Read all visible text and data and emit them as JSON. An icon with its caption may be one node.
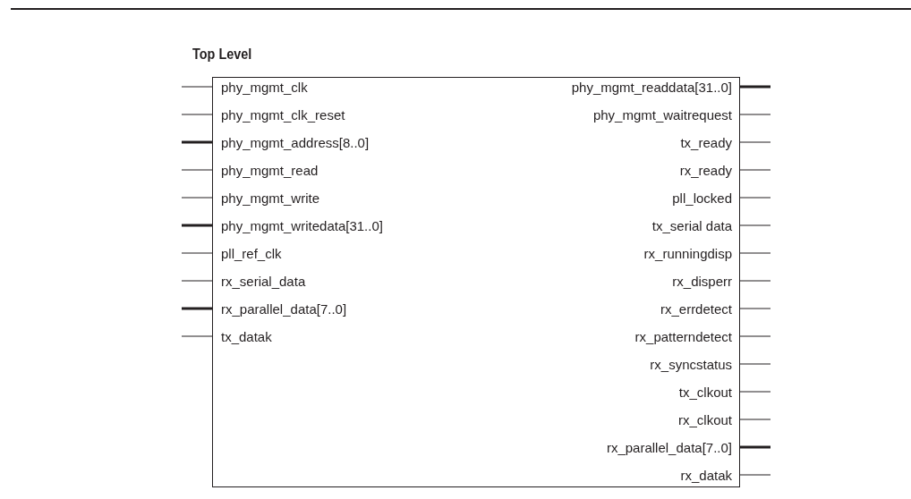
{
  "diagram": {
    "nodes": [
      {
        "text": [
          "Top Level"
        ]
      }
    ],
    "labels": [
      "phy_mgmt_clk",
      "phy_mgmt_clk_reset",
      "phy_mgmt_address[8..0]",
      "phy_mgmt_read",
      "phy_mgmt_write",
      "phy_mgmt_writedata[31..0]",
      "pll_ref_clk",
      "rx_serial_data",
      "rx_parallel_data[7..0]",
      "tx_datak",
      "phy_mgmt_readdata[31..0]",
      "phy_mgmt_waitrequest",
      "tx_ready",
      "rx_ready",
      "pll_locked",
      "tx_serial data",
      "rx_runningdisp",
      "rx_disperr",
      "rx_errdetect",
      "rx_patterndetect",
      "rx_syncstatus",
      "tx_clkout",
      "rx_clkout",
      "rx_parallel_data[7..0]",
      "rx_datak"
    ]
  }
}
